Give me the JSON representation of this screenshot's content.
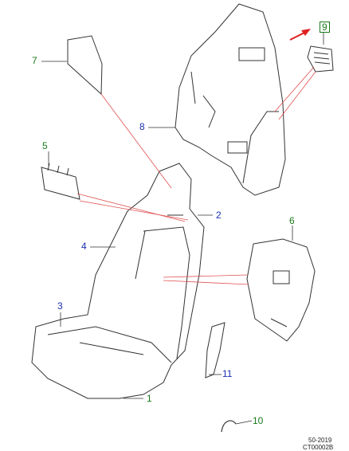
{
  "callouts": {
    "c1": "1",
    "c2": "2",
    "c3": "3",
    "c4": "4",
    "c5": "5",
    "c6": "6",
    "c7": "7",
    "c8": "8",
    "c9": "9",
    "c10": "10",
    "c11": "11"
  },
  "footer": {
    "year": "50-2019",
    "code": "CT00002B"
  },
  "colors": {
    "line": "#333333",
    "leader_red": "#e05050",
    "arrow_red": "#e02020",
    "green": "#1a7a1a",
    "blue": "#1a2fb0"
  }
}
